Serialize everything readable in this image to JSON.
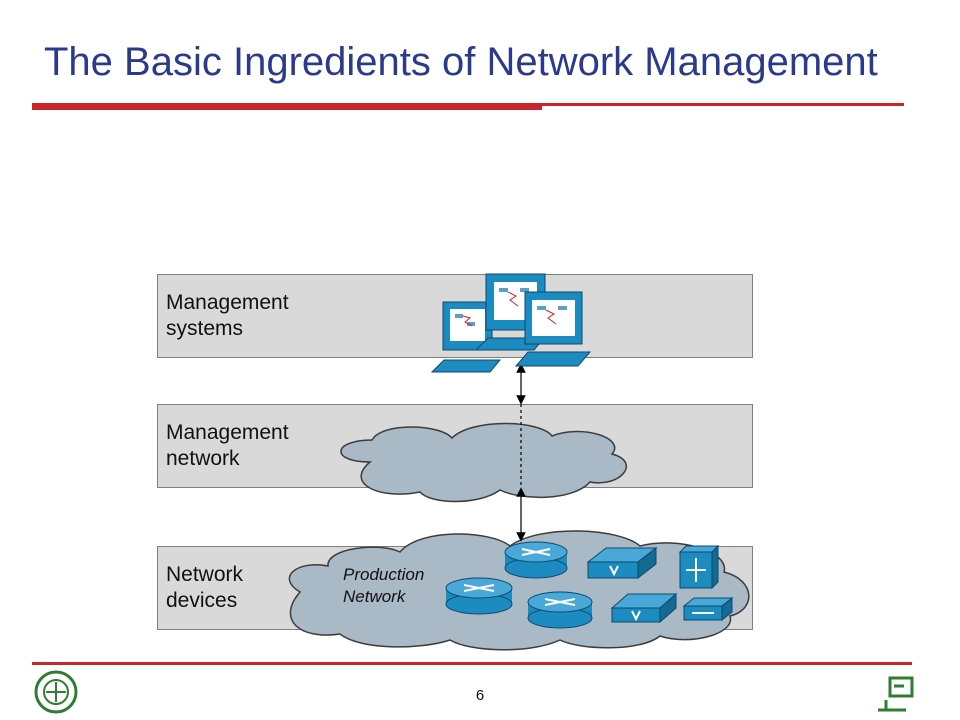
{
  "title": "The Basic Ingredients of Network Management",
  "layers": [
    {
      "label": "Management\nsystems"
    },
    {
      "label": "Management\nnetwork"
    },
    {
      "label": "Network\ndevices"
    }
  ],
  "production_network_label": "Production\nNetwork",
  "page_number": "6",
  "colors": {
    "title": "#2b3a8c",
    "accent_rule": "#c9252c",
    "band": "#d9d9d9",
    "cloud": "#a9b9c5",
    "device": "#1c8bbf"
  },
  "icons": [
    "workstation-icon",
    "router-icon",
    "switch-icon",
    "multilayer-switch-icon",
    "bridge-icon",
    "university-logo-icon",
    "computer-engineering-logo-icon"
  ]
}
